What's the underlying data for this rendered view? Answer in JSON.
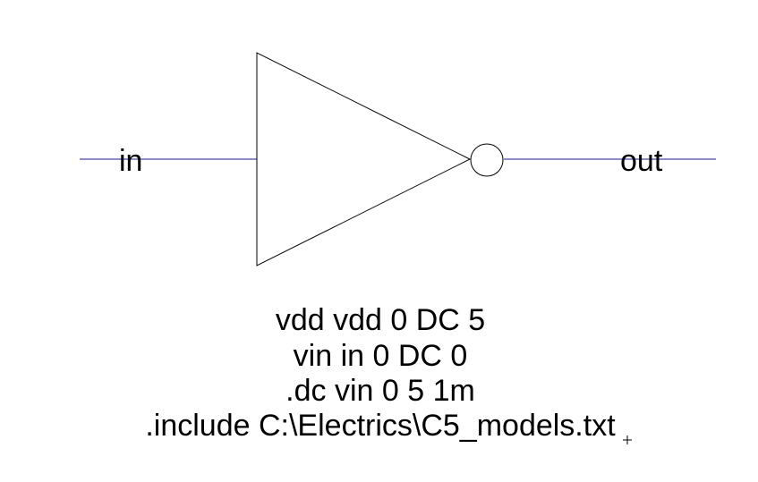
{
  "schematic": {
    "input_label": "in",
    "output_label": "out",
    "spice_directives": [
      "vdd vdd 0 DC 5",
      "vin in 0 DC 0",
      ".dc vin 0 5 1m",
      ".include C:\\Electrics\\C5_models.txt"
    ]
  },
  "colors": {
    "wire": "#1a1a8c",
    "symbol": "#000000",
    "text": "#000000",
    "background": "#ffffff"
  }
}
